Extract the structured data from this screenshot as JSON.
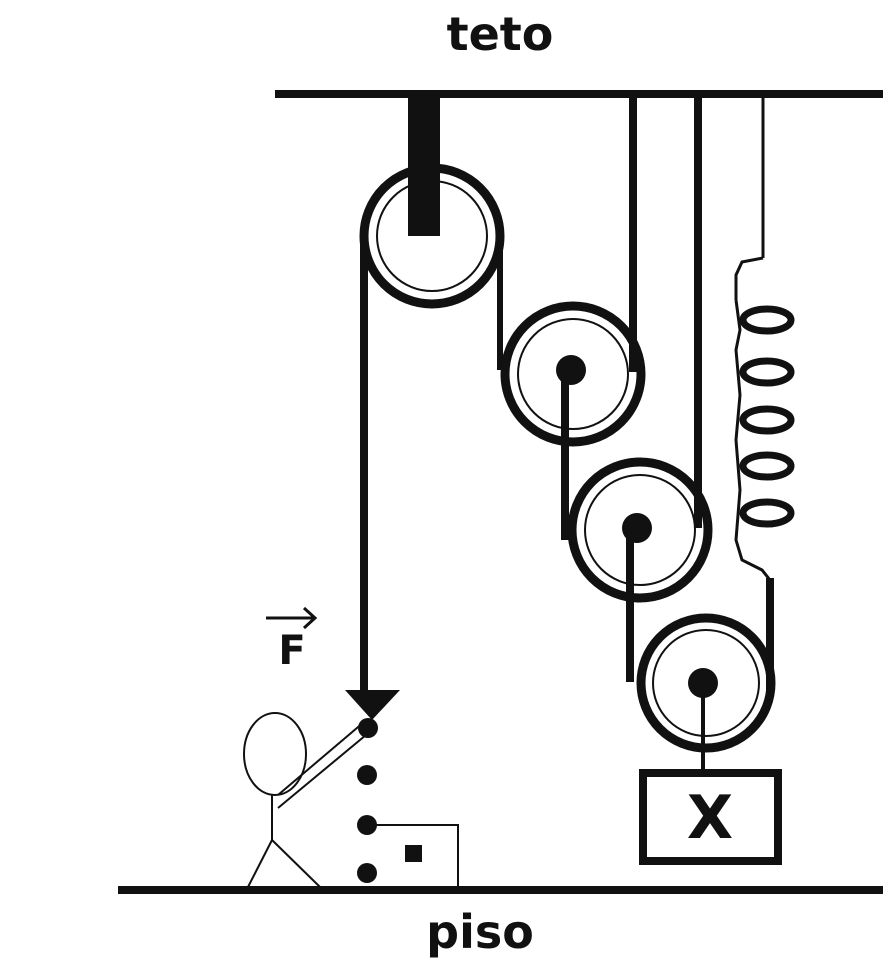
{
  "labels": {
    "ceiling": "teto",
    "floor": "piso",
    "force": "F",
    "mass": "X"
  },
  "colors": {
    "ink": "#111111",
    "background": "#ffffff"
  }
}
